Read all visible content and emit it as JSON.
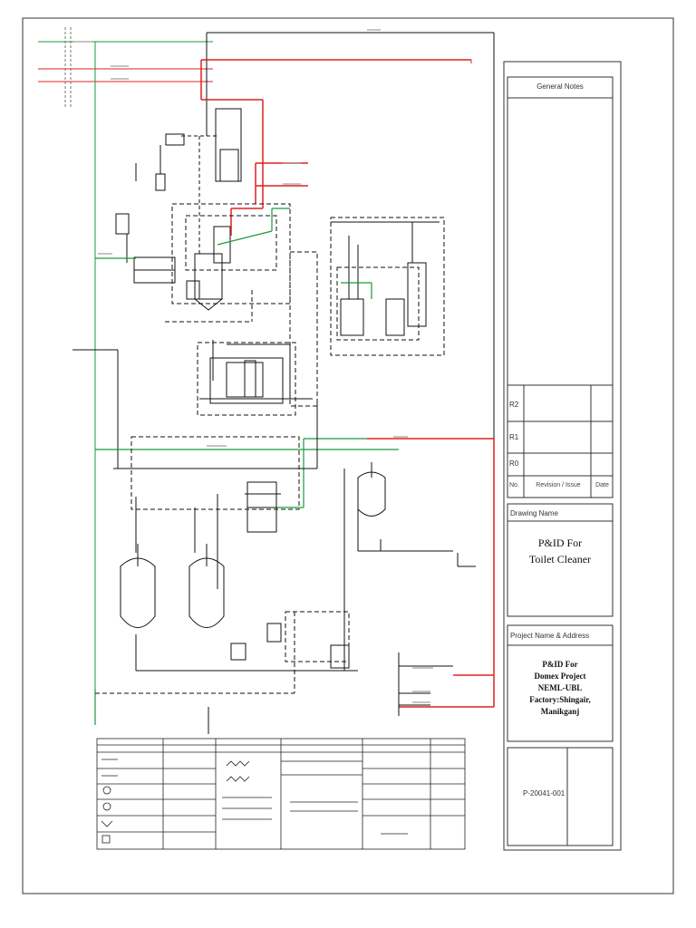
{
  "title_block": {
    "general_notes_label": "General Notes",
    "revisions": [
      {
        "no": "R2",
        "description": "",
        "date": ""
      },
      {
        "no": "R1",
        "description": "",
        "date": ""
      },
      {
        "no": "R0",
        "description": "",
        "date": ""
      }
    ],
    "revision_headers": {
      "no": "No.",
      "description": "Revision / Issue",
      "date": "Date"
    },
    "drawing_name_label": "Drawing Name",
    "drawing_name_line1": "P&ID For",
    "drawing_name_line2": "Toilet Cleaner",
    "project_label": "Project Name & Address",
    "project_lines": [
      "P&ID For",
      "Domex Project",
      "NEML-UBL",
      "Factory:Shingair,",
      "Manikganj"
    ],
    "drawing_number": "P-20041-001"
  },
  "diagram": {
    "line_colors": {
      "process": "#111111",
      "hot_water": "#e02020",
      "cooling_water": "#1a9a3a",
      "enclosure": "#111111"
    }
  }
}
